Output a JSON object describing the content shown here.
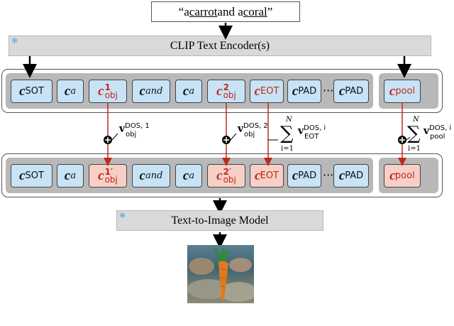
{
  "prompt": {
    "q_open": "“",
    "a1": "a ",
    "w1": "carrot",
    "mid": " and a ",
    "w2": "coral",
    "q_close": "”"
  },
  "encoder_label": "CLIP Text Encoder(s)",
  "t2i_label": "Text-to-Image Model",
  "snow_glyph": "❄",
  "dots": "···",
  "tokens": {
    "c": "c",
    "sot": "SOT",
    "a": "a",
    "obj": "obj",
    "and": "and",
    "eot": "EOT",
    "pad": "PAD",
    "pool": "pool",
    "one": "1",
    "two": "2",
    "prime": "′"
  },
  "vectors": {
    "v": "v",
    "dos1": "DOS, 1",
    "dos2": "DOS, 2",
    "dosi": "DOS, i",
    "obj": "obj",
    "eot": "EOT",
    "pool": "pool",
    "sum_top": "N",
    "sum_bot": "i=1"
  },
  "colors": {
    "blue": "#c7e3f5",
    "pink": "#f6d0c6",
    "red": "#c0281f",
    "grey": "#d9d9d9"
  }
}
